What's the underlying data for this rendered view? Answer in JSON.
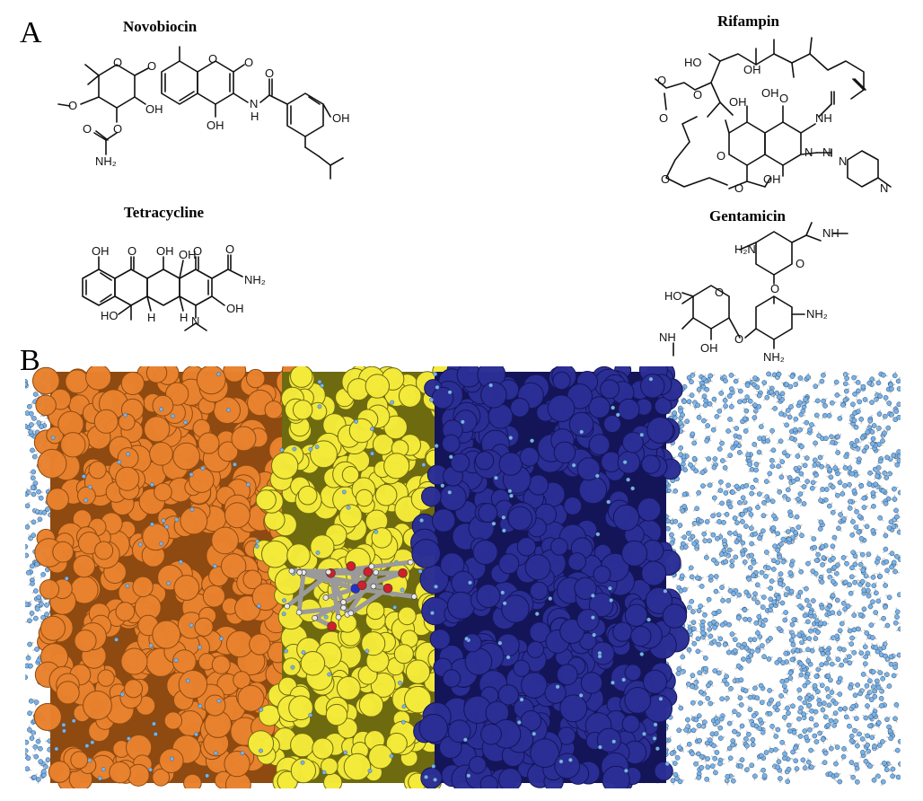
{
  "panels": {
    "a": "A",
    "b": "B"
  },
  "molecules": {
    "novobiocin": {
      "name": "Novobiocin",
      "atoms": {
        "o_ring": "O",
        "o_glyc": "O",
        "o_lac": "O",
        "o_keto": "O",
        "ome": "O",
        "oh1": "OH",
        "o_carb": "O",
        "o_amide": "O",
        "nh2": "NH₂",
        "oh2": "OH",
        "nh": "N",
        "h": "H",
        "oh3": "OH"
      }
    },
    "tetracycline": {
      "name": "Tetracycline",
      "atoms": {
        "oh_a": "OH",
        "o_b": "O",
        "oh_c": "OH",
        "oh_d": "OH",
        "o_e": "O",
        "o_f": "O",
        "nh2": "NH₂",
        "oh_g": "OH",
        "ho": "HO",
        "h1": "H",
        "h2": "H",
        "n": "N"
      }
    },
    "rifampin": {
      "name": "Rifampin",
      "atoms": {
        "ho": "HO",
        "oh1": "OH",
        "oh2": "OH",
        "o1": "O",
        "o2": "O",
        "o3": "O",
        "o4": "O",
        "oh3": "OH",
        "nh": "NH",
        "oh4": "OH",
        "o5": "O",
        "o6": "O",
        "o7": "O",
        "n1": "N",
        "n2": "N",
        "n3": "N",
        "n4": "N"
      }
    },
    "gentamicin": {
      "name": "Gentamicin",
      "atoms": {
        "h2n": "H₂N",
        "nh": "NH",
        "o1": "O",
        "o2": "O",
        "ho": "HO",
        "o3": "O",
        "nh2a": "NH₂",
        "nh_b": "NH",
        "o4": "O",
        "oh": "OH",
        "nh2b": "NH₂"
      }
    }
  },
  "simulation": {
    "regions": [
      "orange lipid layer",
      "yellow lipid layer",
      "blue lipid layer",
      "water"
    ],
    "colors": {
      "orange": "#e8822e",
      "orange_dark": "#8e4a10",
      "yellow": "#f4ea3a",
      "yellow_dark": "#6e6a10",
      "blue": "#2b2e95",
      "blue_dark": "#141558",
      "water": "#7ab2e6",
      "water_bond": "#c9c9c9",
      "drug_red": "#d0202a",
      "drug_grey": "#9a9a9a",
      "drug_blue": "#2233cc"
    }
  }
}
